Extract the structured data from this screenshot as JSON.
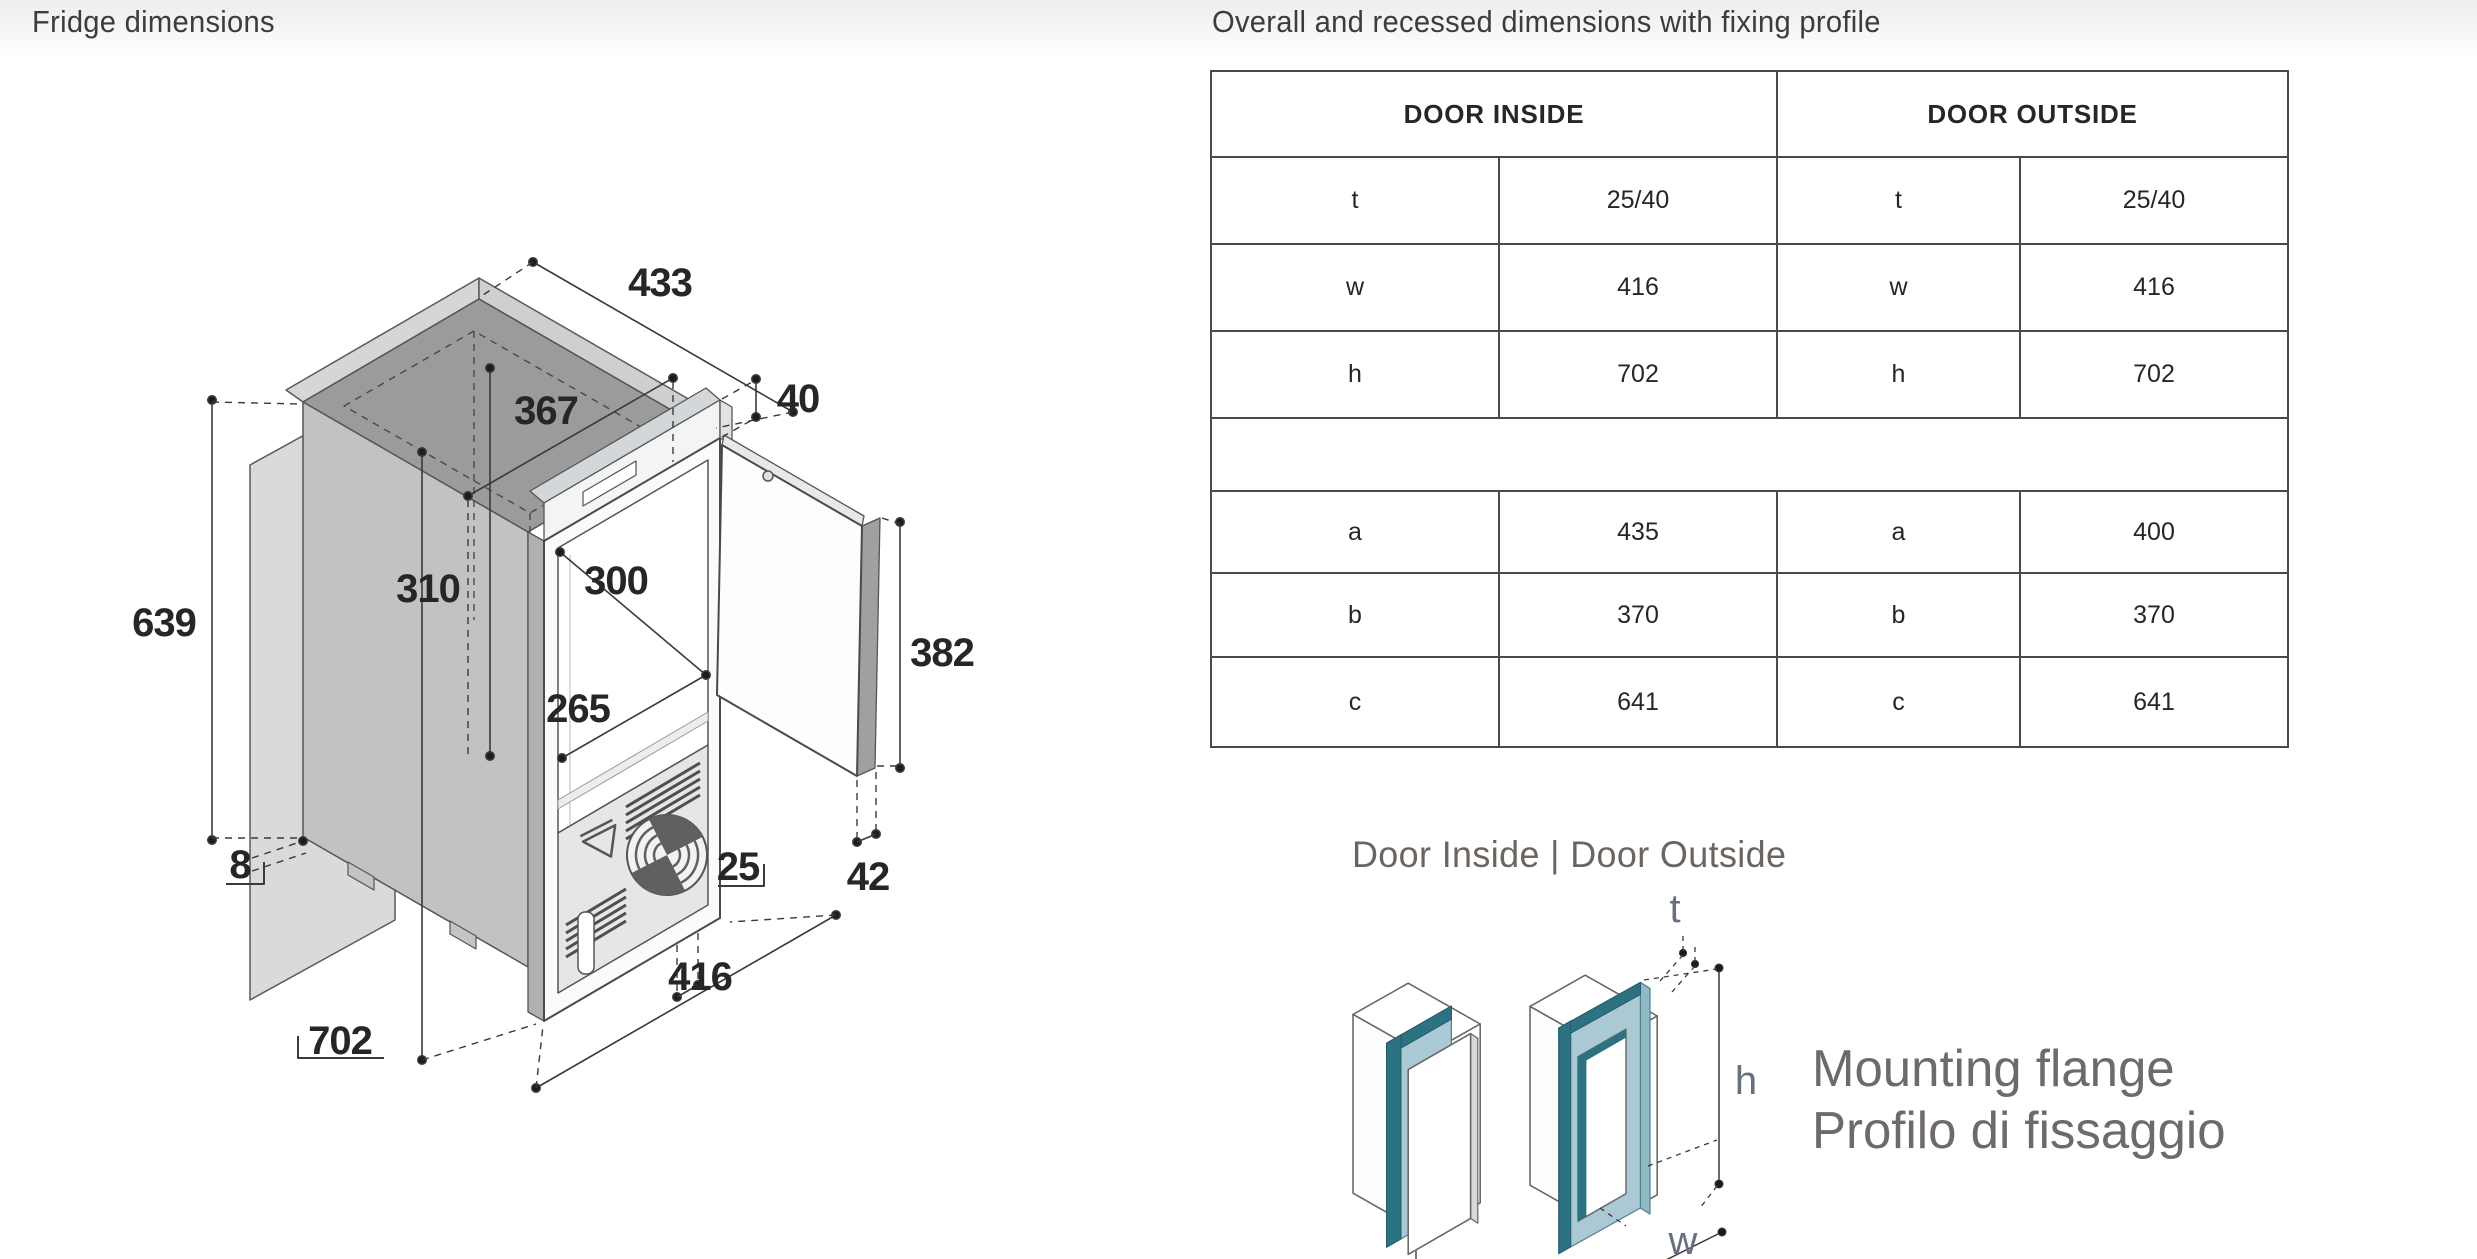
{
  "page": {
    "left_title": "Fridge dimensions",
    "right_title": "Overall and recessed dimensions with fixing profile"
  },
  "fridge_diagram": {
    "dims": {
      "top_width": "433",
      "flange_height": "40",
      "recess_depth": "367",
      "recess_inner_height": "310",
      "niche_height": "639",
      "interior_width": "300",
      "interior_depth": "265",
      "door_panel_height": "382",
      "side_gap": "8",
      "bottom_offset": "25",
      "door_thickness": "42",
      "overall_height": "702",
      "frame_width": "416"
    }
  },
  "table": {
    "headers": [
      "DOOR INSIDE",
      "DOOR OUTSIDE"
    ],
    "rows": [
      [
        "t",
        "25/40",
        "t",
        "25/40"
      ],
      [
        "w",
        "416",
        "w",
        "416"
      ],
      [
        "h",
        "702",
        "h",
        "702"
      ],
      [
        ""
      ],
      [
        "a",
        "435",
        "a",
        "400"
      ],
      [
        "b",
        "370",
        "b",
        "370"
      ],
      [
        "c",
        "641",
        "c",
        "641"
      ]
    ]
  },
  "mounting": {
    "caption": "Door Inside | Door Outside",
    "labels": {
      "t": "t",
      "h": "h",
      "w": "w"
    },
    "text_en": "Mounting flange",
    "text_it": "Profilo di fissaggio",
    "colors": {
      "flange_teal_dark": "#2d7283",
      "flange_teal_light": "#aac9d4"
    }
  }
}
